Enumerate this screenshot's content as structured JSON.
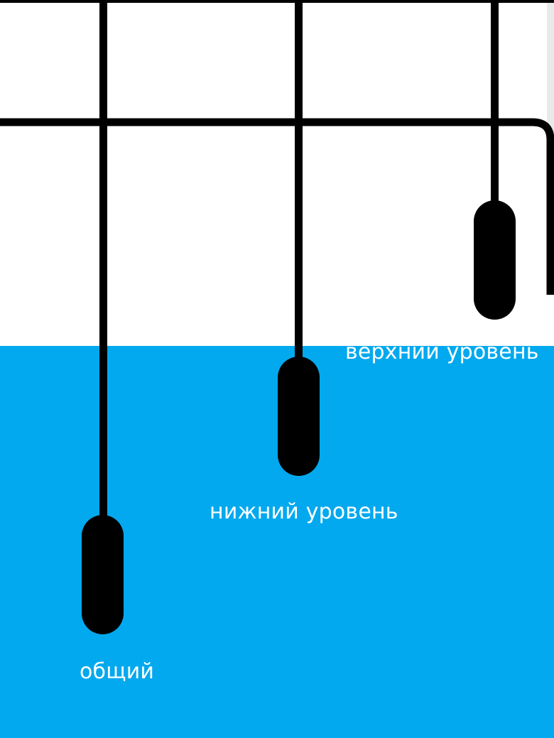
{
  "colors": {
    "water": "#03a9ee",
    "rod": "#000000",
    "background": "#ffffff",
    "label": "#ffffff"
  },
  "labels": {
    "upper": "верхний уровень",
    "lower": "нижний уровень",
    "common": "общий"
  }
}
